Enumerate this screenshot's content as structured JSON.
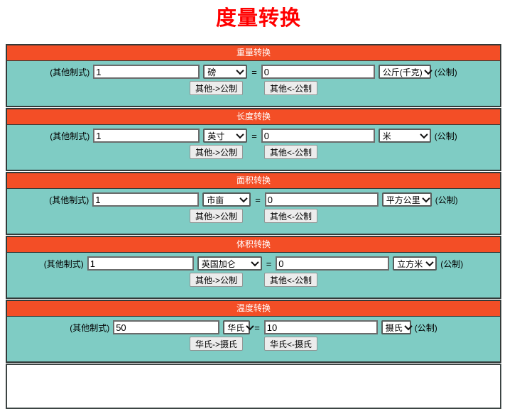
{
  "page_title": "度量转换",
  "equals": "=",
  "colors": {
    "title_text": "#ff0000",
    "section_header_bg": "#f34e26",
    "section_header_text": "#ffffff",
    "section_body_bg": "#7fccc4"
  },
  "sections": [
    {
      "header": "重量转换",
      "other_label": "(其他制式)",
      "other_value": "1",
      "other_unit": "磅",
      "metric_value": "0",
      "metric_unit": "公斤(千克)",
      "metric_label": "(公制)",
      "to_metric_button": "其他->公制",
      "from_metric_button": "其他<-公制"
    },
    {
      "header": "长度转换",
      "other_label": "(其他制式)",
      "other_value": "1",
      "other_unit": "英寸",
      "metric_value": "0",
      "metric_unit": "米",
      "metric_label": "(公制)",
      "to_metric_button": "其他->公制",
      "from_metric_button": "其他<-公制"
    },
    {
      "header": "面积转换",
      "other_label": "(其他制式)",
      "other_value": "1",
      "other_unit": "市亩",
      "metric_value": "0",
      "metric_unit": "平方公里",
      "metric_label": "(公制)",
      "to_metric_button": "其他->公制",
      "from_metric_button": "其他<-公制"
    },
    {
      "header": "体积转换",
      "other_label": "(其他制式)",
      "other_value": "1",
      "other_unit": "英国加仑",
      "metric_value": "0",
      "metric_unit": "立方米",
      "metric_label": "(公制)",
      "to_metric_button": "其他->公制",
      "from_metric_button": "其他<-公制"
    },
    {
      "header": "温度转换",
      "other_label": "(其他制式)",
      "other_value": "50",
      "other_unit": "华氏",
      "metric_value": "10",
      "metric_unit": "摄氏",
      "metric_label": "(公制)",
      "to_metric_button": "华氏->摄氏",
      "from_metric_button": "华氏<-摄氏"
    }
  ]
}
